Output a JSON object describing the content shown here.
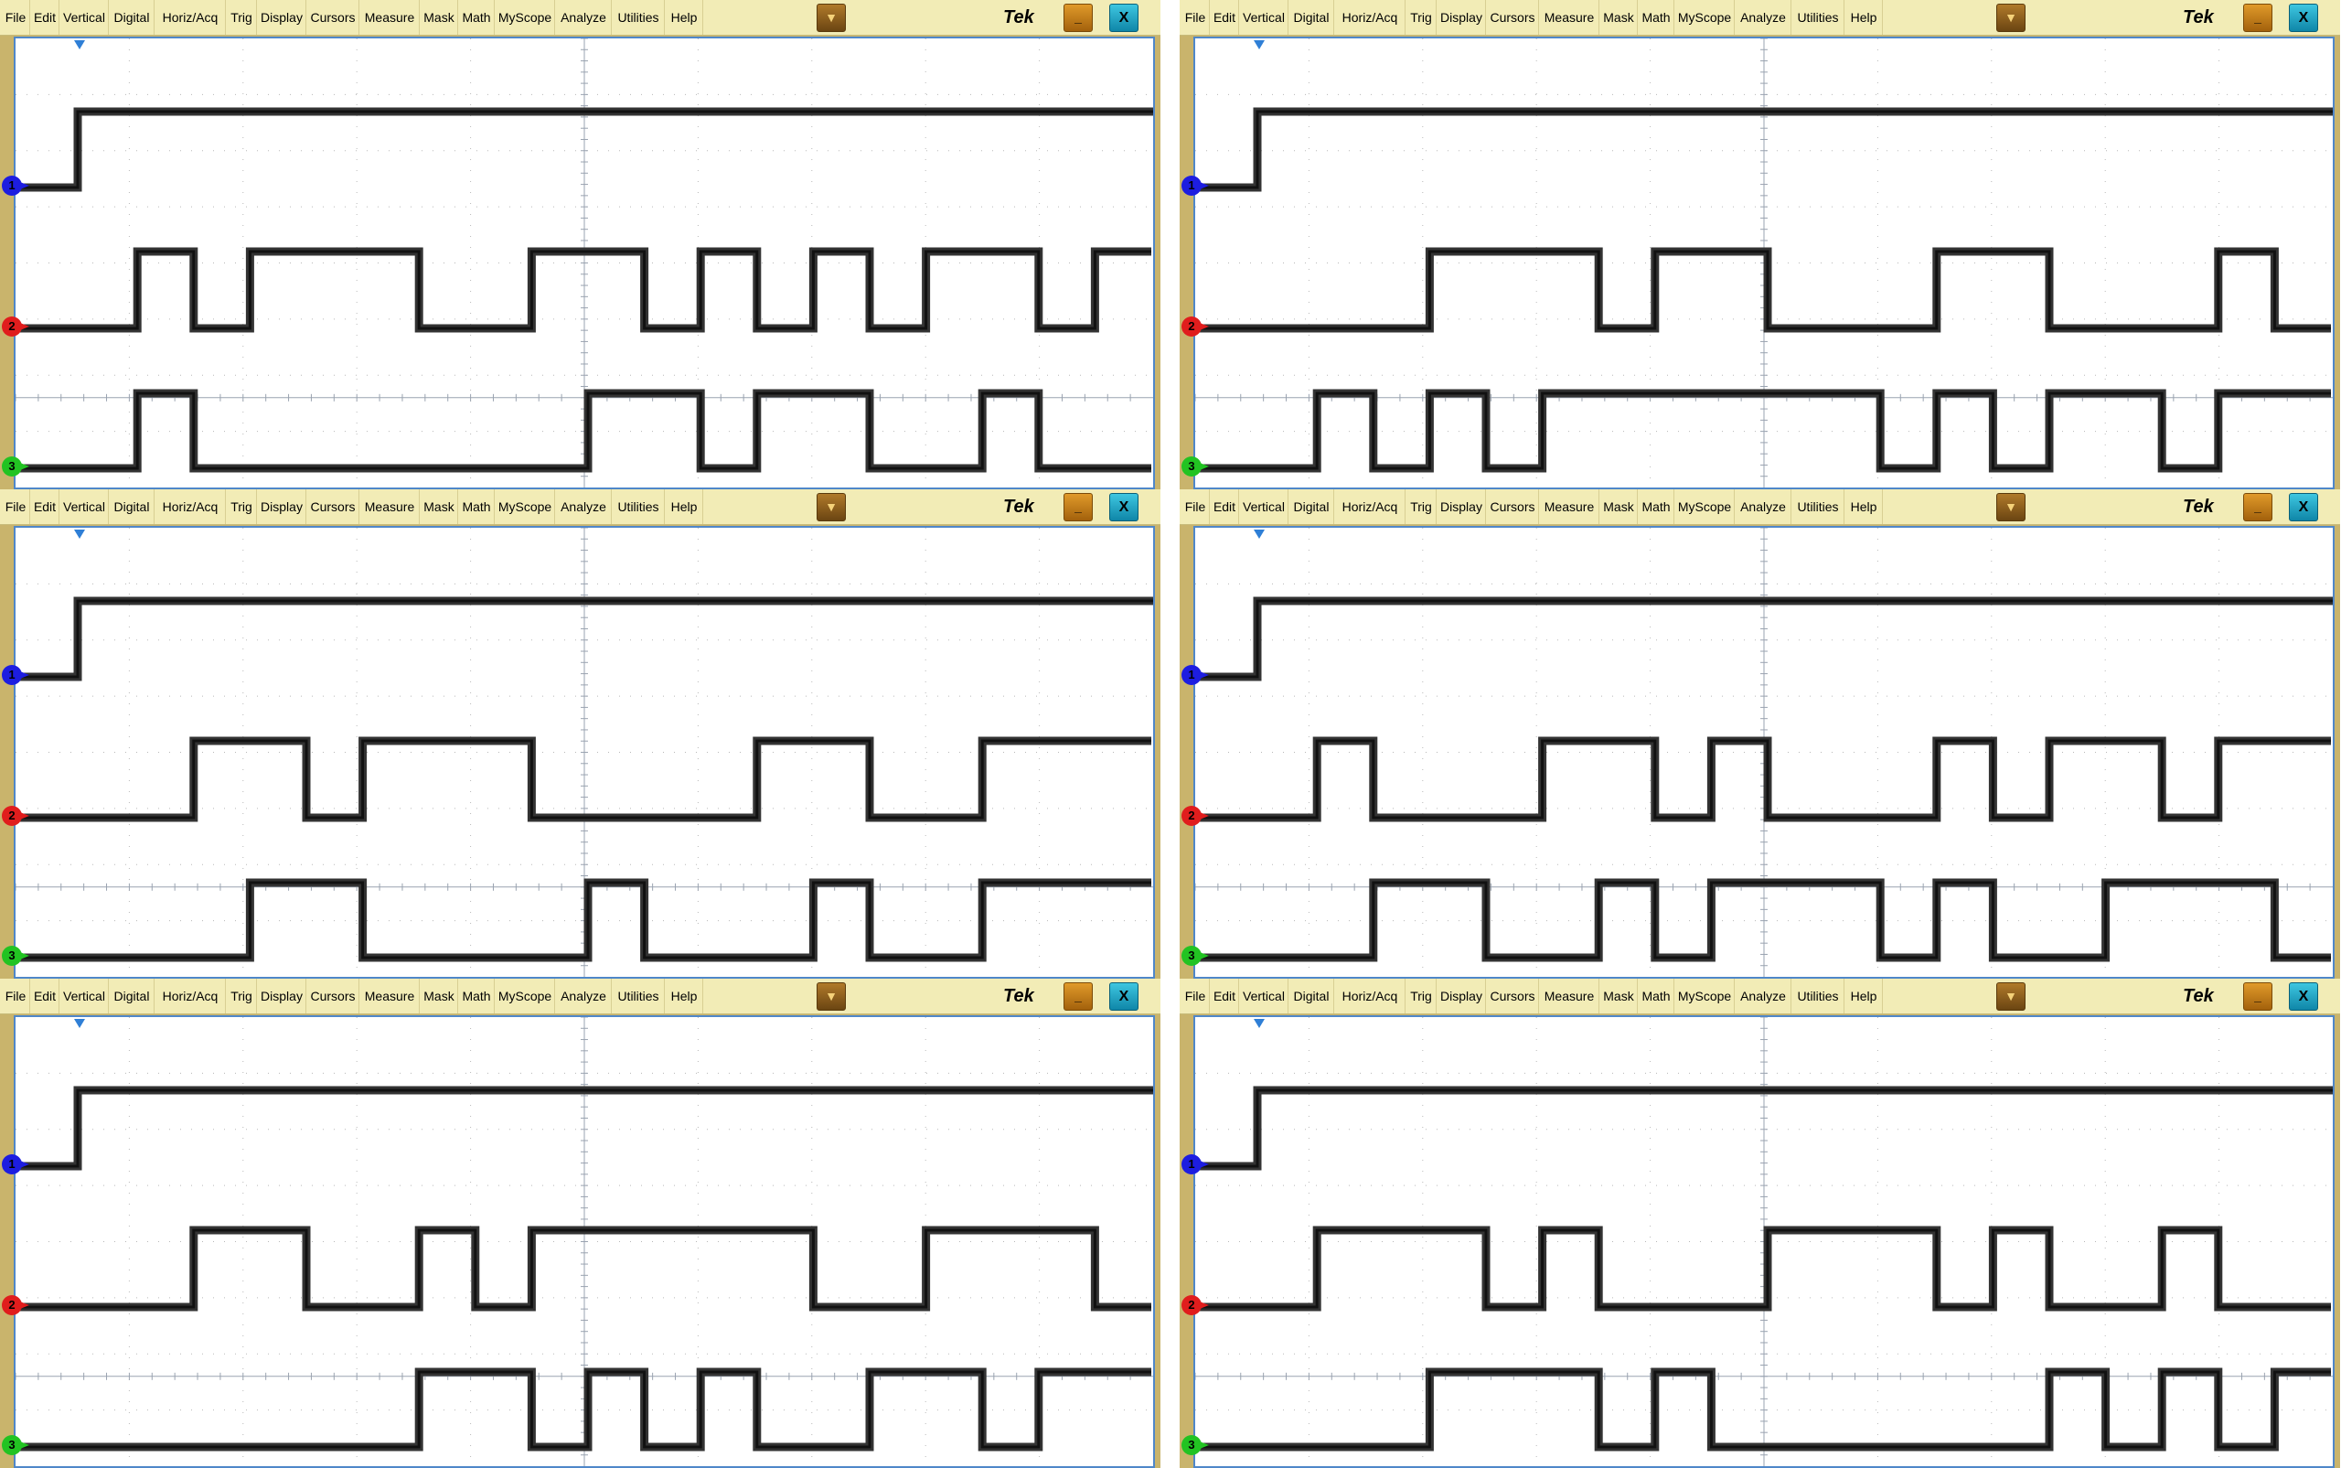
{
  "menu_items": [
    "File",
    "Edit",
    "Vertical",
    "Digital",
    "Horiz/Acq",
    "Trig",
    "Display",
    "Cursors",
    "Measure",
    "Mask",
    "Math",
    "MyScope",
    "Analyze",
    "Utilities",
    "Help"
  ],
  "brand": "Tek",
  "minimize_symbol": "_",
  "close_symbol": "X",
  "dropdown_symbol": "▼",
  "channels": [
    {
      "label": "1",
      "color": "#1d1de0"
    },
    {
      "label": "2",
      "color": "#e01d1d"
    },
    {
      "label": "3",
      "color": "#22c322"
    }
  ],
  "scopes": [
    {
      "ch2": [
        0,
        0,
        1,
        0,
        1,
        1,
        1,
        0,
        0,
        1,
        1,
        0,
        1,
        0,
        1,
        0,
        1,
        1,
        0,
        1
      ],
      "ch3": [
        0,
        0,
        1,
        0,
        0,
        0,
        0,
        0,
        0,
        0,
        1,
        1,
        0,
        1,
        1,
        0,
        0,
        1,
        0,
        0
      ]
    },
    {
      "ch2": [
        0,
        0,
        0,
        0,
        1,
        1,
        1,
        0,
        1,
        1,
        0,
        0,
        0,
        1,
        1,
        0,
        0,
        0,
        1,
        0
      ],
      "ch3": [
        0,
        0,
        1,
        0,
        1,
        0,
        1,
        1,
        1,
        1,
        1,
        1,
        0,
        1,
        0,
        1,
        1,
        0,
        1,
        1
      ]
    },
    {
      "ch2": [
        0,
        0,
        0,
        1,
        1,
        0,
        1,
        1,
        1,
        0,
        0,
        0,
        0,
        1,
        1,
        0,
        0,
        1,
        1,
        1
      ],
      "ch3": [
        0,
        0,
        0,
        0,
        1,
        1,
        0,
        0,
        0,
        0,
        1,
        0,
        0,
        0,
        1,
        0,
        0,
        1,
        1,
        1
      ]
    },
    {
      "ch2": [
        0,
        0,
        1,
        0,
        0,
        0,
        1,
        1,
        0,
        1,
        0,
        0,
        0,
        1,
        0,
        1,
        1,
        0,
        1,
        1
      ],
      "ch3": [
        0,
        0,
        0,
        1,
        1,
        0,
        0,
        1,
        0,
        1,
        1,
        1,
        0,
        1,
        0,
        0,
        1,
        1,
        1,
        0
      ]
    },
    {
      "ch2": [
        0,
        0,
        0,
        1,
        1,
        0,
        0,
        1,
        0,
        1,
        1,
        1,
        1,
        1,
        0,
        0,
        1,
        1,
        1,
        0
      ],
      "ch3": [
        0,
        0,
        0,
        0,
        0,
        0,
        0,
        1,
        1,
        0,
        1,
        0,
        1,
        0,
        0,
        1,
        1,
        0,
        1,
        1
      ]
    },
    {
      "ch2": [
        0,
        0,
        1,
        1,
        1,
        0,
        1,
        0,
        0,
        0,
        1,
        1,
        1,
        0,
        1,
        0,
        0,
        1,
        0,
        0
      ],
      "ch3": [
        0,
        0,
        0,
        0,
        1,
        1,
        1,
        0,
        1,
        0,
        0,
        0,
        0,
        0,
        0,
        1,
        0,
        1,
        0,
        1
      ]
    }
  ]
}
